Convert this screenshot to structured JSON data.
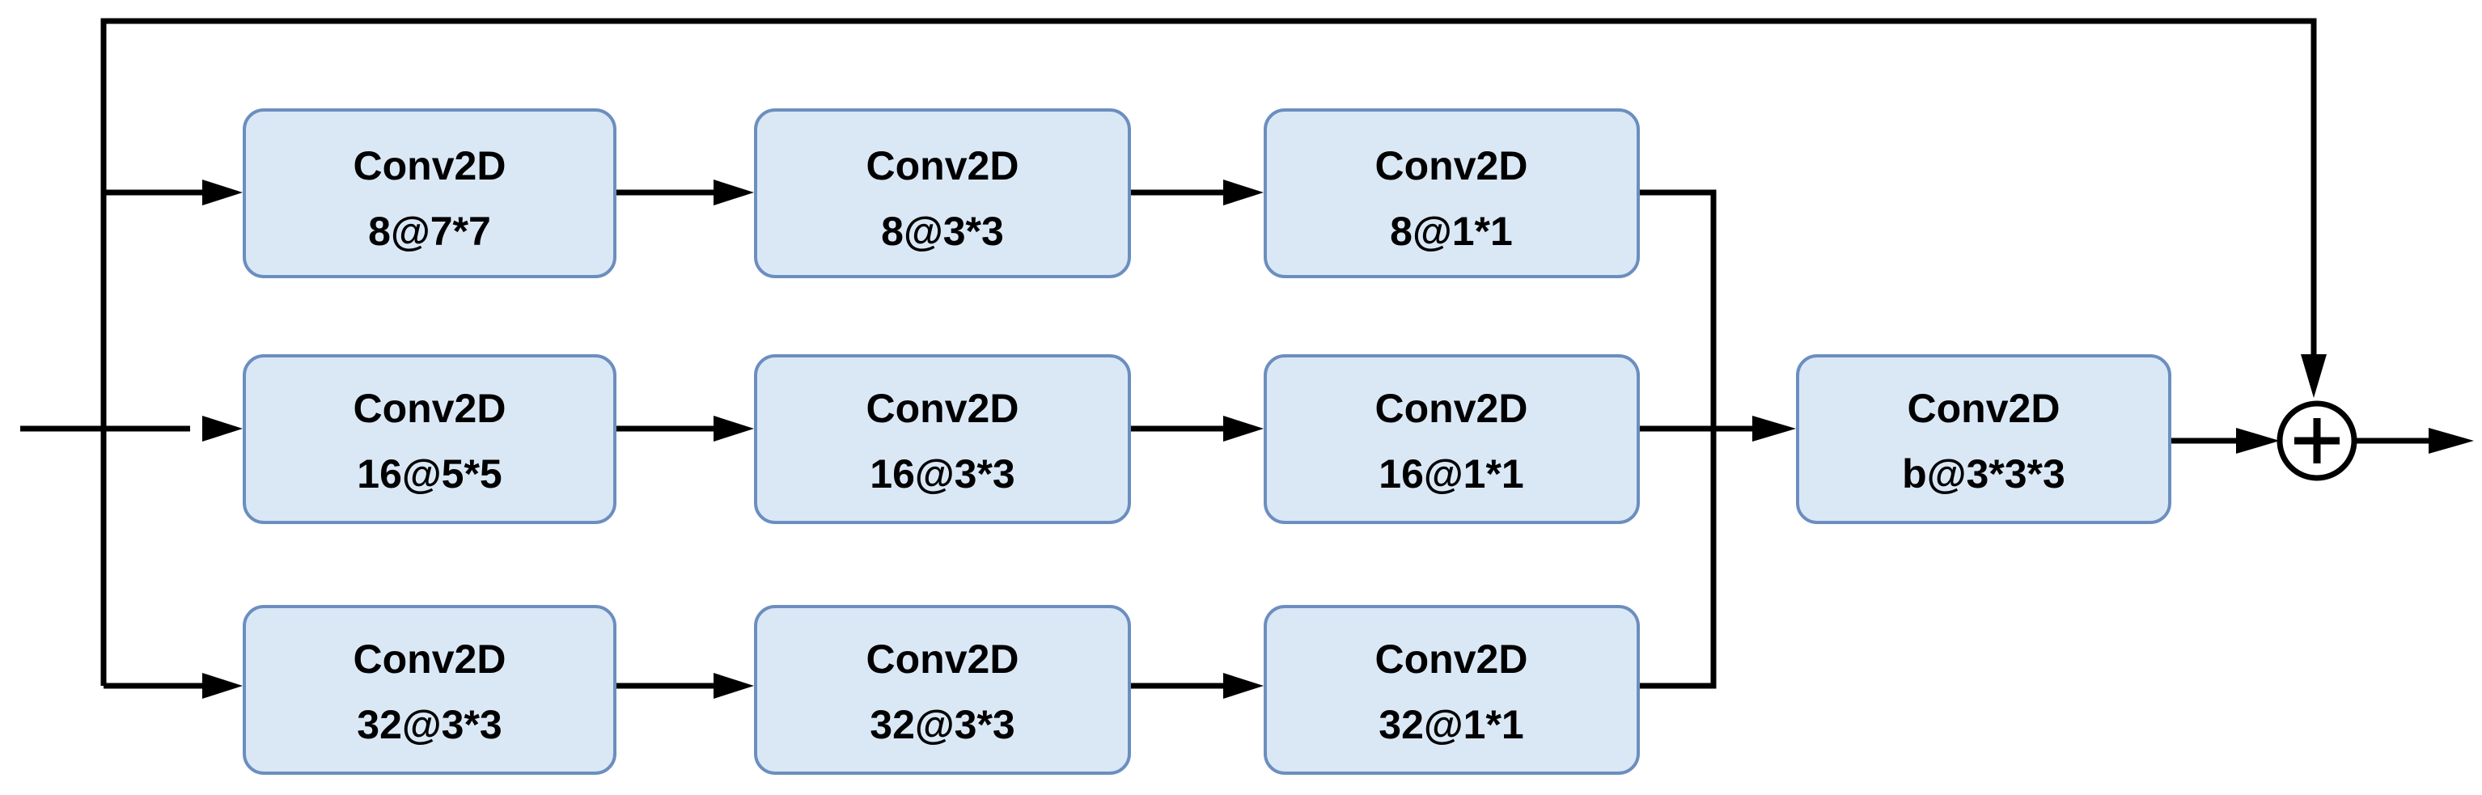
{
  "diagram": {
    "blocks": {
      "b11": {
        "op": "Conv2D",
        "spec": "8@7*7"
      },
      "b12": {
        "op": "Conv2D",
        "spec": "8@3*3"
      },
      "b13": {
        "op": "Conv2D",
        "spec": "8@1*1"
      },
      "b21": {
        "op": "Conv2D",
        "spec": "16@5*5"
      },
      "b22": {
        "op": "Conv2D",
        "spec": "16@3*3"
      },
      "b23": {
        "op": "Conv2D",
        "spec": "16@1*1"
      },
      "b31": {
        "op": "Conv2D",
        "spec": "32@3*3"
      },
      "b32": {
        "op": "Conv2D",
        "spec": "32@3*3"
      },
      "b33": {
        "op": "Conv2D",
        "spec": "32@1*1"
      },
      "fuse": {
        "op": "Conv2D",
        "spec": "b@3*3*3"
      }
    },
    "sum_symbol": "+"
  }
}
